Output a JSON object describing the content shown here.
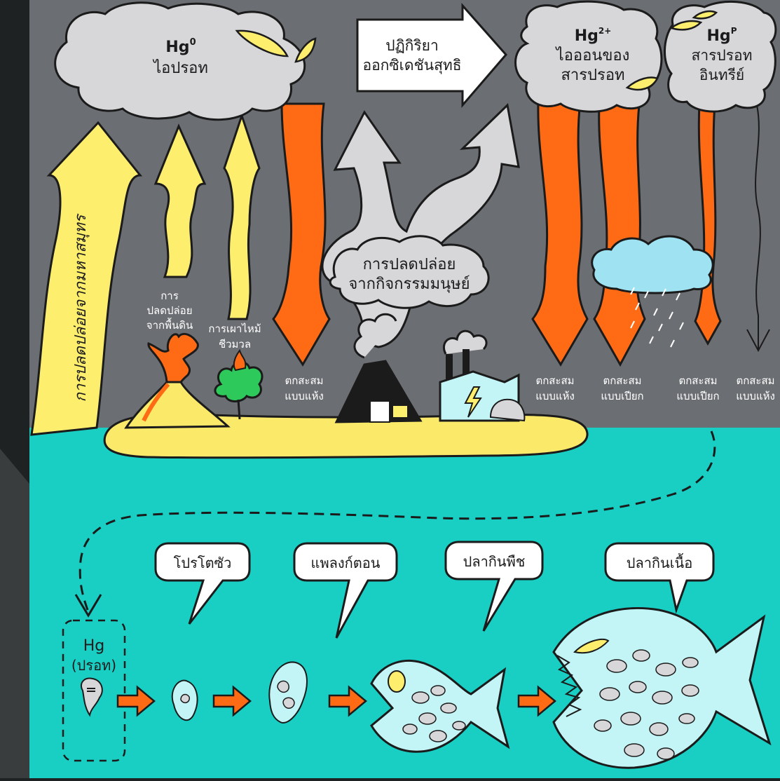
{
  "colors": {
    "sky": "#6b6e72",
    "sea": "#19cfc4",
    "land": "#fbe96a",
    "yellow_arrow": "#fdee6e",
    "orange_arrow": "#ff6a14",
    "cloud": "#d7d6d9",
    "rain_cloud": "#9fe3f3",
    "fish": "#c3f4f6",
    "outline": "#1b1b1b"
  },
  "clouds": {
    "hg0": {
      "symbol": "Hg",
      "sup": "0",
      "label": "ไอปรอท"
    },
    "hg2": {
      "symbol": "Hg",
      "sup": "2+",
      "label_line1": "ไอออนของ",
      "label_line2": "สารปรอท"
    },
    "hgp": {
      "symbol": "Hg",
      "sup": "P",
      "label_line1": "สารปรอท",
      "label_line2": "อินทรีย์"
    }
  },
  "oxidation": {
    "line1": "ปฏิกิริยา",
    "line2": "ออกซิเดชันสุทธิ"
  },
  "sources": {
    "ocean": "การปลดปล่อยจากมหาสมุทร",
    "soil_line1": "การ",
    "soil_line2": "ปลดปล่อย",
    "soil_line3": "จากพื้นดิน",
    "biomass_line1": "การเผาไหม้",
    "biomass_line2": "ชีวมวล",
    "human_line1": "การปลดปล่อย",
    "human_line2": "จากกิจกรรมมนุษย์"
  },
  "deposition": {
    "dry_label_line1": "ตกสะสม",
    "dry_label_line2": "แบบแห้ง",
    "wet_label_line1": "ตกสะสม",
    "wet_label_line2": "แบบเปียก"
  },
  "food_chain": {
    "start": {
      "symbol": "Hg",
      "label": "(ปรอท)"
    },
    "bubbles": [
      "โปรโตซัว",
      "แพลงก์ตอน",
      "ปลากินพืช",
      "ปลากินเนื้อ"
    ]
  }
}
